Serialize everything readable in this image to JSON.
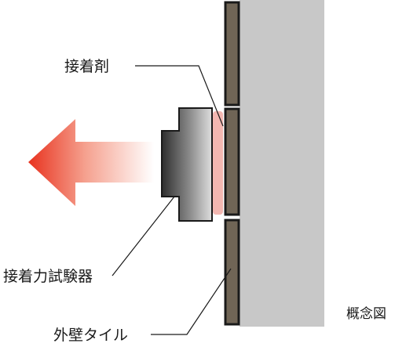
{
  "labels": {
    "adhesive": "接着剤",
    "tester": "接着力試験器",
    "tile": "外壁タイル",
    "concept": "概念図"
  },
  "colors": {
    "wall": "#c8c8c8",
    "tile_fill": "#706556",
    "tile_border": "#1a1a1a",
    "adhesive": "#f3b7b1",
    "arrow_start": "#e8321e",
    "arrow_end": "#ffffff",
    "tester_dark": "#2e2e2e",
    "tester_light": "#dedede"
  },
  "icons": {
    "pull_arrow": "arrow-left-gradient"
  }
}
